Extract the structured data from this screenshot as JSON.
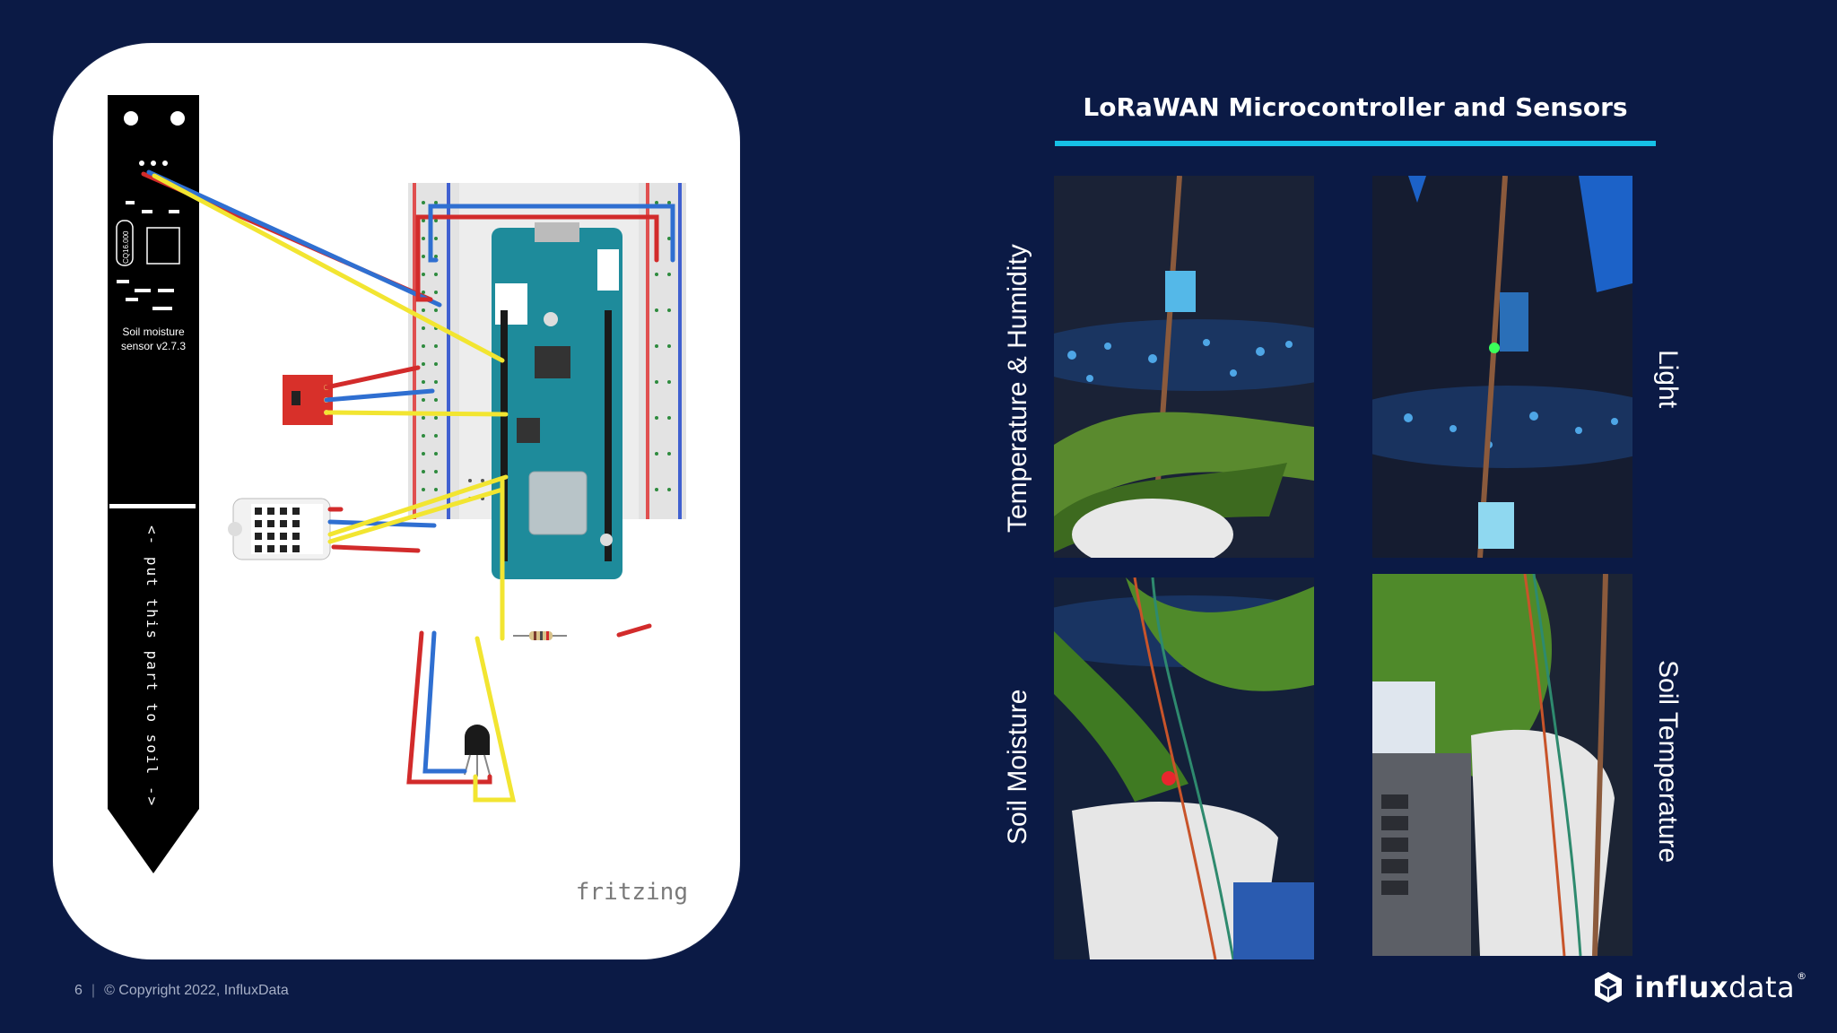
{
  "slide": {
    "title": "LoRaWAN Microcontroller and Sensors",
    "page_number": "6",
    "copyright": "© Copyright 2022,  InfluxData"
  },
  "diagram": {
    "sensor_name": "Soil moisture",
    "sensor_version": "sensor v2.7.3",
    "probe_instruction": "<- put this part to soil ->",
    "watermark": "fritzing",
    "crystal_label": "CQ16.000"
  },
  "photos": {
    "top_left_label": "Temperature & Humidity",
    "top_right_label": "Light",
    "bottom_left_label": "Soil Moisture",
    "bottom_right_label": "Soil Temperature"
  },
  "brand": {
    "name_bold": "influx",
    "name_light": "data",
    "registered": "®",
    "logo_icon": "influxdata-cube-icon"
  },
  "colors": {
    "background": "#0b1a45",
    "accent_bar": "#16c0e6",
    "wire_red": "#d22b2b",
    "wire_blue": "#2f6fd1",
    "wire_yellow": "#f2e531",
    "board_teal": "#1e8b9b"
  }
}
